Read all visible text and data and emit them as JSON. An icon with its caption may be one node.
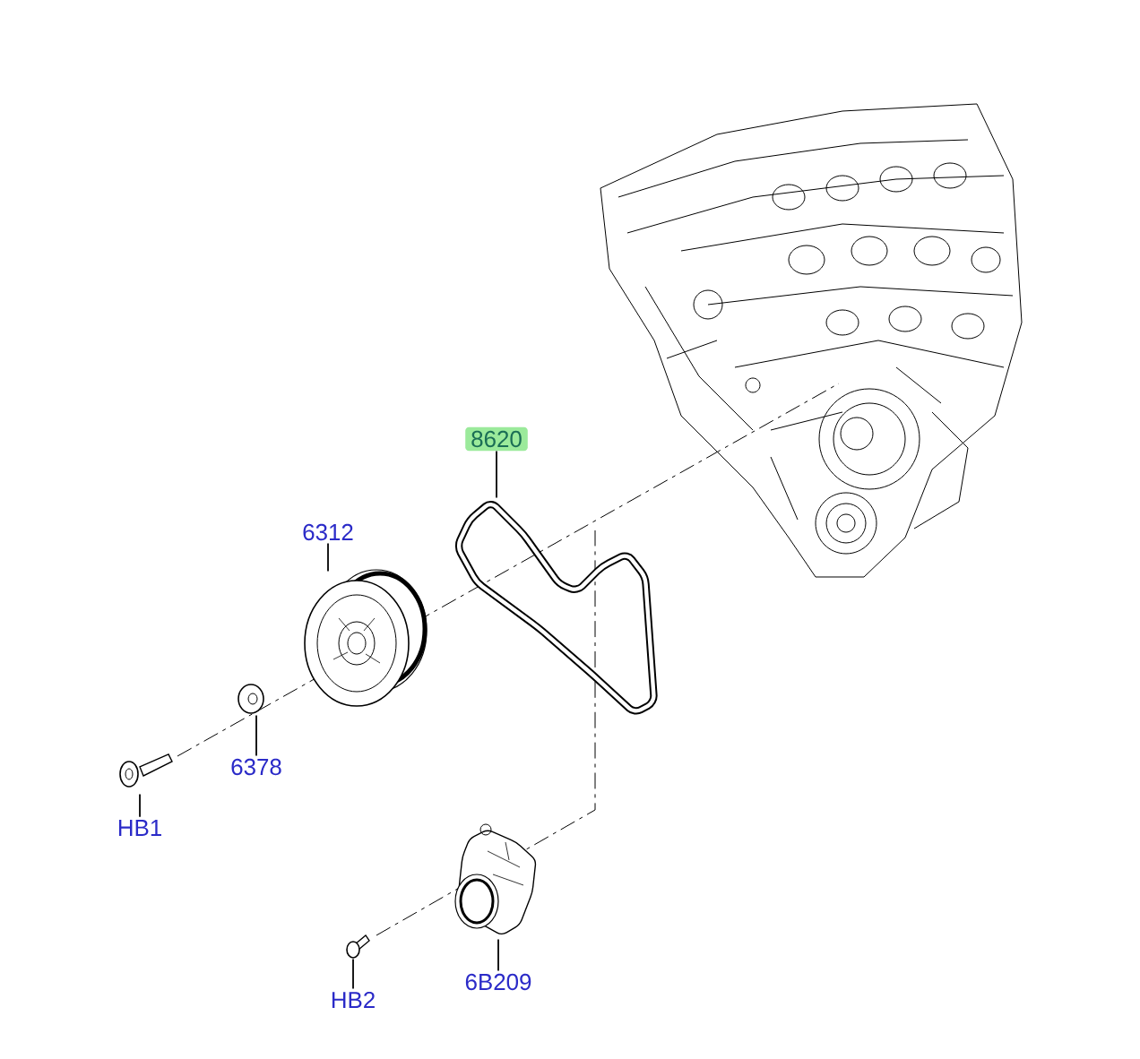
{
  "diagram": {
    "nodes": [
      {
        "text": [
          "8620"
        ]
      },
      {
        "text": [],
        "shape": "picture"
      },
      {
        "text": [
          "6312"
        ]
      },
      {
        "text": [],
        "shape": "picture"
      },
      {
        "text": [],
        "shape": "picture"
      },
      {
        "text": [
          "6378"
        ]
      },
      {
        "text": [],
        "shape": "picture"
      },
      {
        "text": [
          "HB1"
        ]
      },
      {
        "text": [],
        "shape": "picture"
      },
      {
        "text": [],
        "shape": "picture"
      },
      {
        "text": [
          "HB2"
        ]
      },
      {
        "text": [
          "6B209"
        ]
      }
    ],
    "edges": [
      {
        "from": 0,
        "to": 1,
        "arrow": "none"
      },
      {
        "from": 2,
        "to": 3,
        "arrow": "none"
      },
      {
        "from": 5,
        "to": 4,
        "arrow": "none"
      },
      {
        "from": 7,
        "to": 6,
        "arrow": "none"
      },
      {
        "from": 10,
        "to": 9,
        "arrow": "none"
      },
      {
        "from": 11,
        "to": 8,
        "arrow": "none"
      }
    ]
  }
}
